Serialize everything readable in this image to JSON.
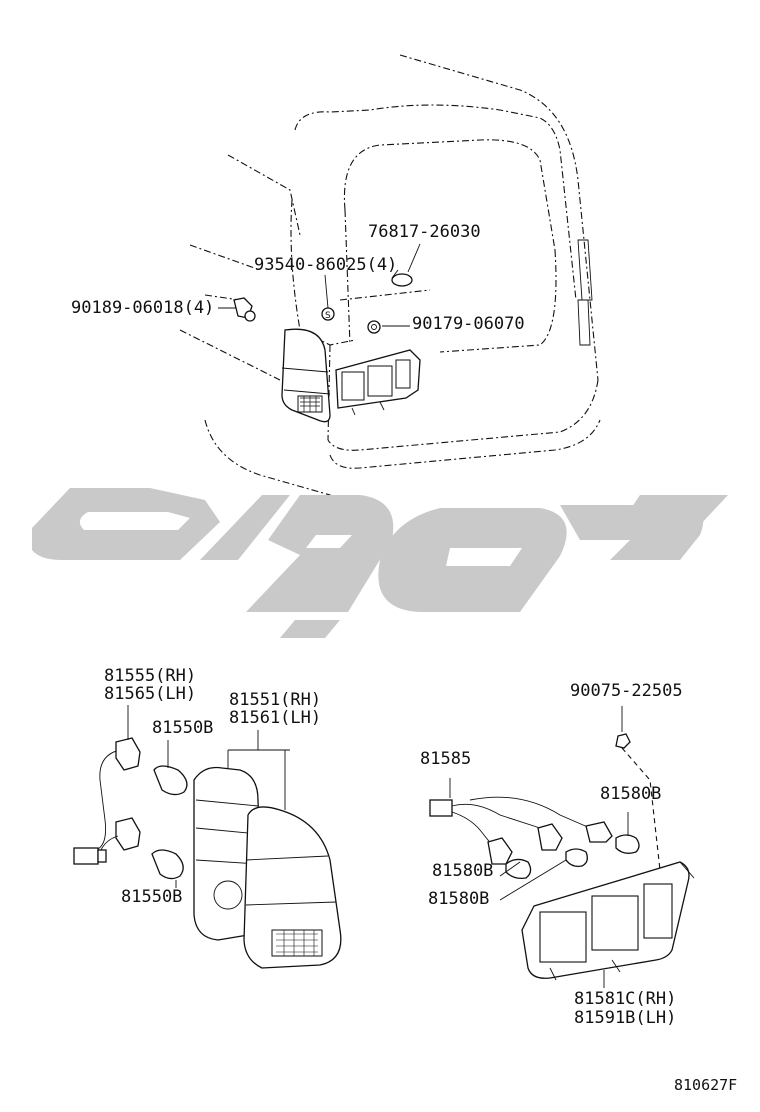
{
  "top_labels": {
    "p76817": "76817-26030",
    "p93540": "93540-86025(4)",
    "p90189": "90189-06018(4)",
    "p90179": "90179-06070"
  },
  "left_labels": {
    "p81555": "81555(RH)",
    "p81565": "81565(LH)",
    "p81551": "81551(RH)",
    "p81561": "81561(LH)",
    "p81550b_top": "81550B",
    "p81550b_bottom": "81550B"
  },
  "right_labels": {
    "p90075": "90075-22505",
    "p81585": "81585",
    "p81580b_right": "81580B",
    "p81580b_mid": "81580B",
    "p81580b_low": "81580B",
    "p81581c": "81581C(RH)",
    "p81591b": "81591B(LH)"
  },
  "figure_code": "810627F",
  "watermark_color": "#c9c9c9"
}
